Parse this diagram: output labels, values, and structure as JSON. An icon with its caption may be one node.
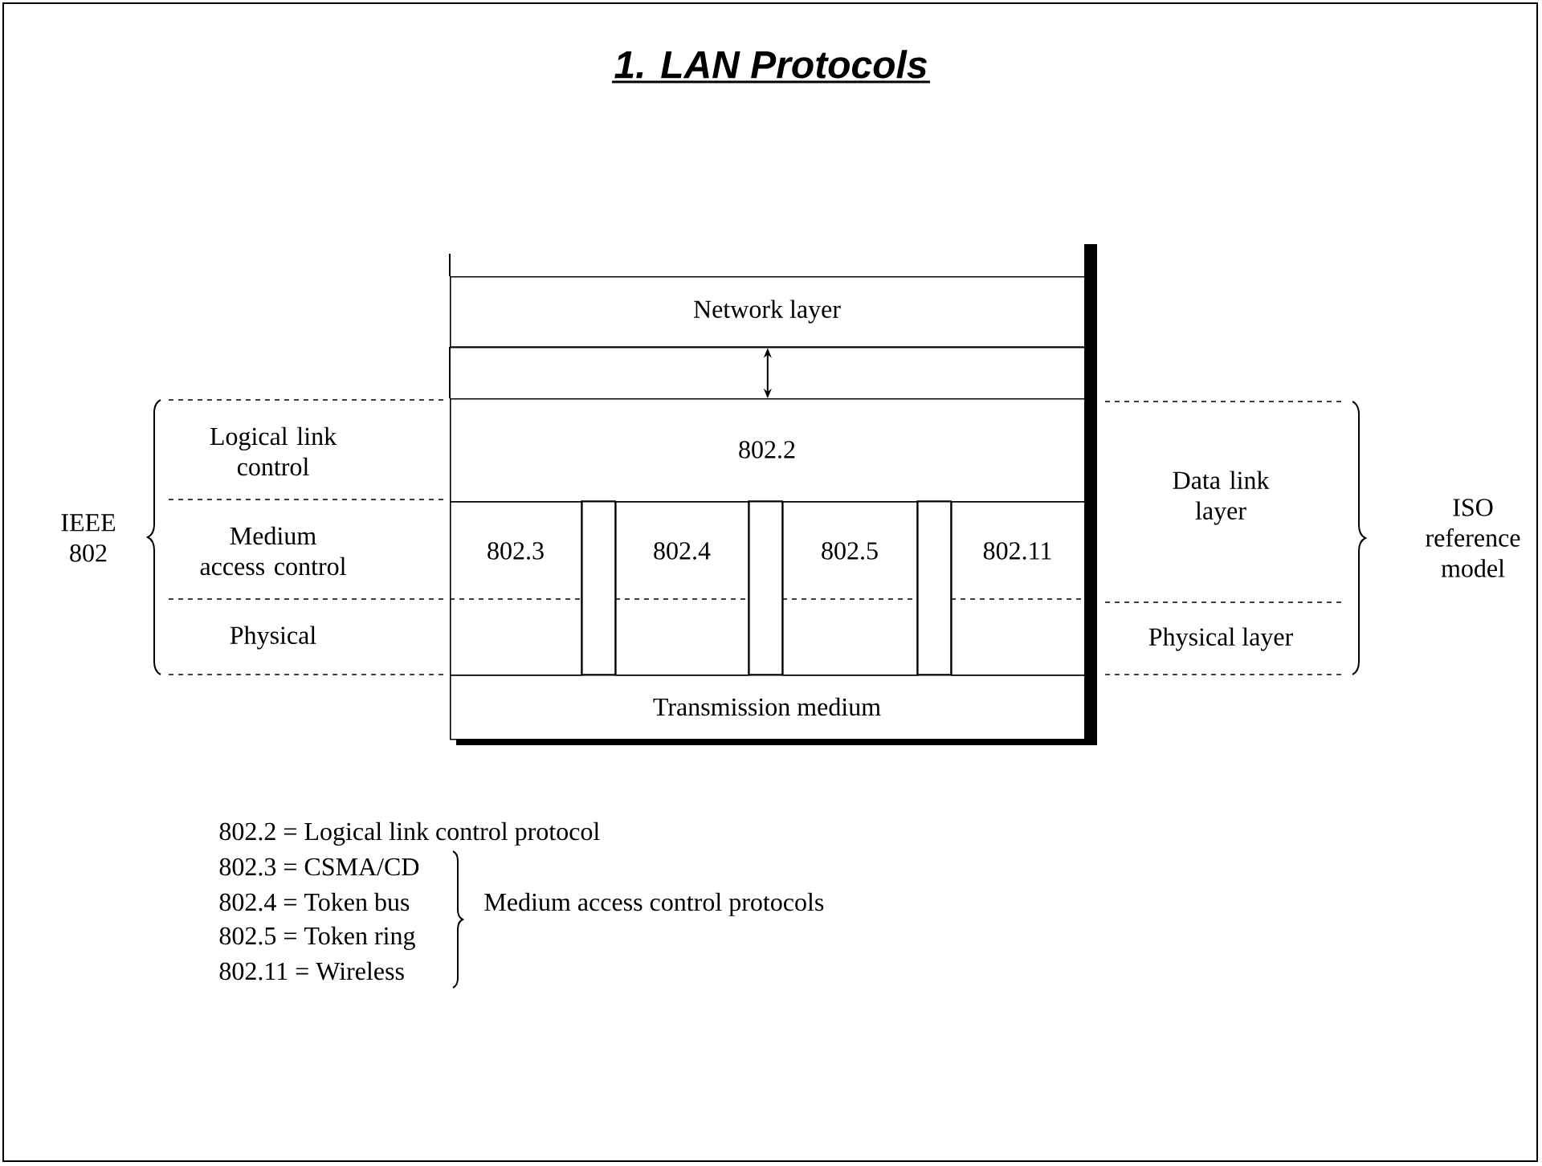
{
  "diagram": {
    "title": "1. LAN Protocols",
    "nodes": [
      {
        "text": [
          "Network layer"
        ]
      },
      {
        "text": [
          "802.2"
        ]
      },
      {
        "text": [
          "802.3"
        ]
      },
      {
        "text": [
          "802.4"
        ]
      },
      {
        "text": [
          "802.5"
        ]
      },
      {
        "text": [
          "802.11"
        ]
      },
      {
        "text": [
          "Transmission medium"
        ]
      }
    ],
    "edges": [
      {
        "from": 0,
        "to": 1,
        "arrow": "both"
      }
    ],
    "labels": [
      "Logical link control",
      "IEEE 802",
      "Medium access control",
      "Data link layer",
      "ISO reference model",
      "Physical",
      "Physical layer",
      "802.2 = Logical link control protocol",
      "802.3 = CSMA/CD",
      "802.4 = Token bus",
      "802.5 = Token ring",
      "802.11 = Wireless",
      "Medium access control protocols"
    ]
  }
}
